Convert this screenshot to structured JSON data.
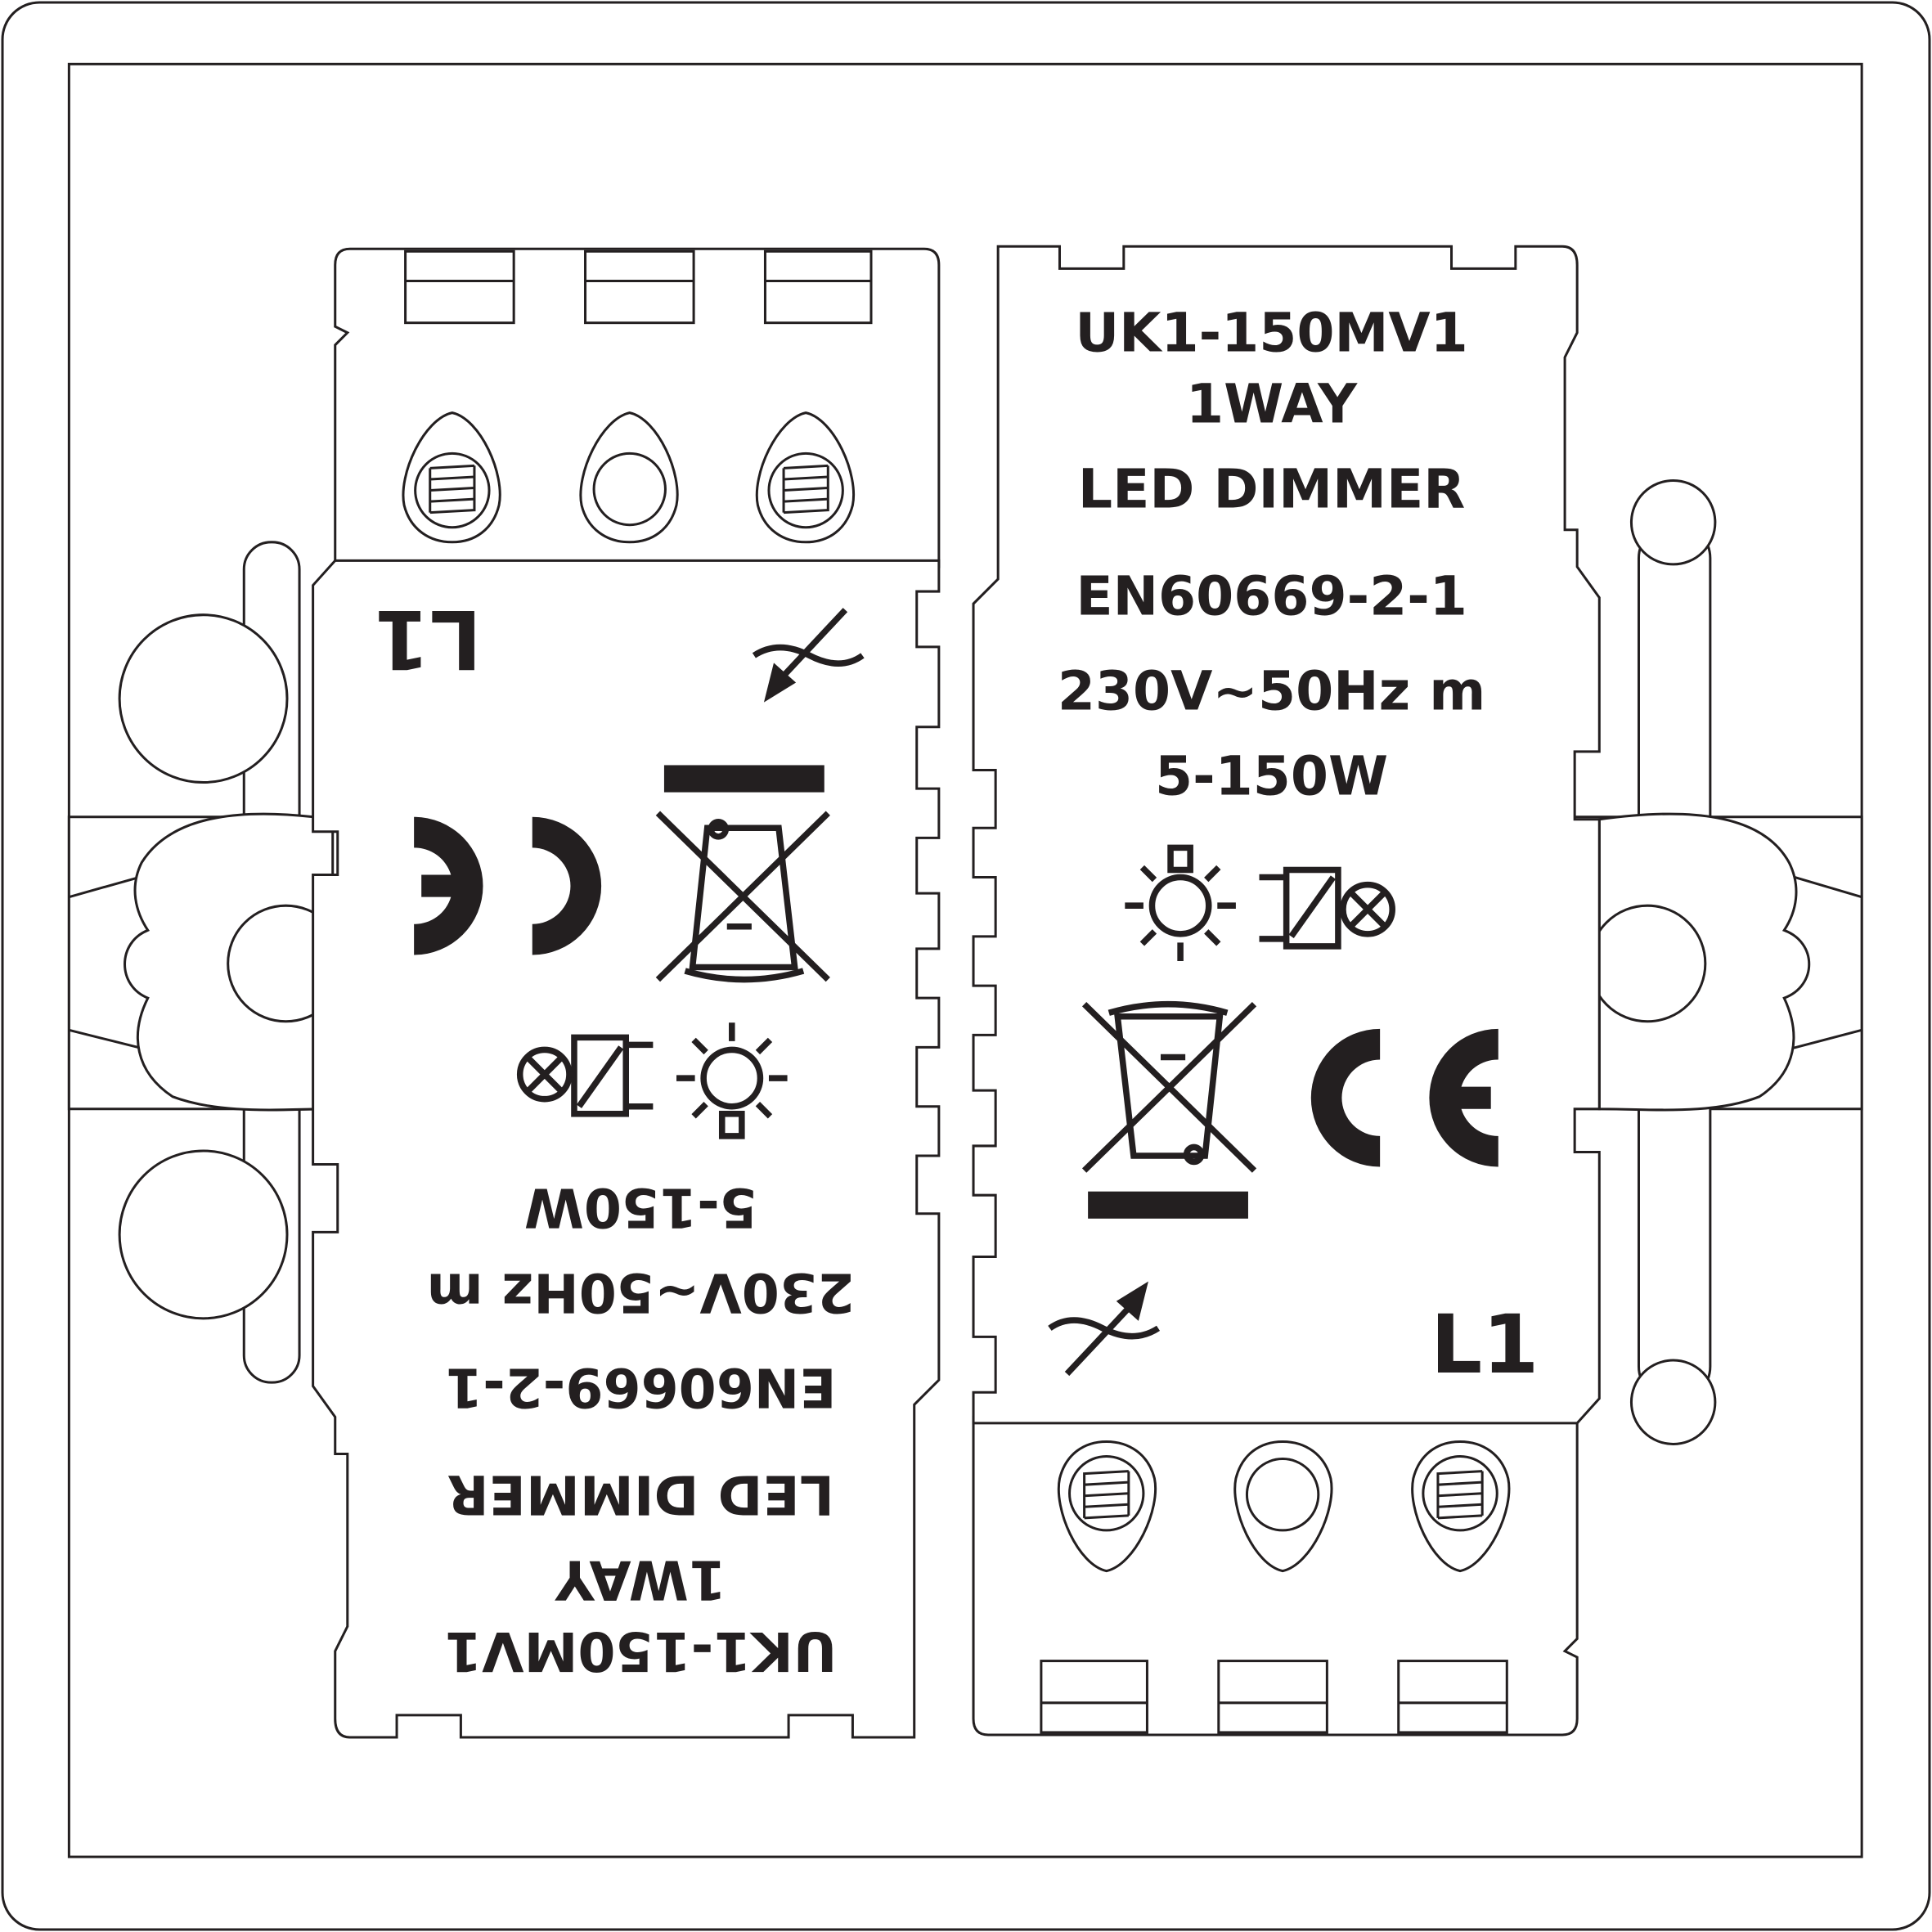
{
  "module": {
    "model": "UK1-150MV1",
    "ways": "1WAY",
    "type": "LED DIMMER",
    "standard": "EN60669-2-1",
    "supply": "230V~50Hz m",
    "load": "5-150W",
    "terminal_label": "L1"
  },
  "colors": {
    "line": "#231f20",
    "background": "#ffffff"
  }
}
